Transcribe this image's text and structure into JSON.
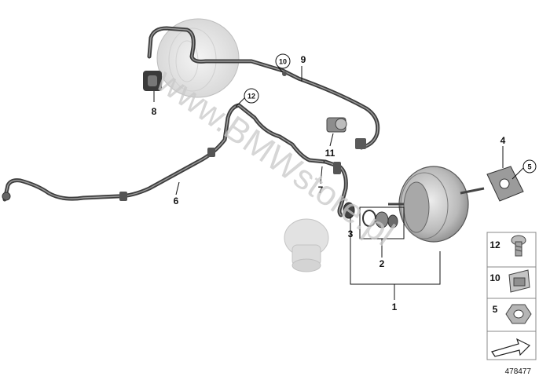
{
  "diagram": {
    "callouts": [
      "1",
      "2",
      "3",
      "4",
      "5",
      "6",
      "7",
      "8",
      "9",
      "10",
      "11",
      "12"
    ],
    "legend": {
      "items": [
        {
          "number": "12",
          "icon": "screw-icon"
        },
        {
          "number": "10",
          "icon": "clip-nut-icon"
        },
        {
          "number": "5",
          "icon": "hex-nut-icon"
        }
      ],
      "arrow_icon": "direction-arrow-icon"
    },
    "watermark": "www.BMWstore.pl",
    "reference_number": "478477"
  }
}
